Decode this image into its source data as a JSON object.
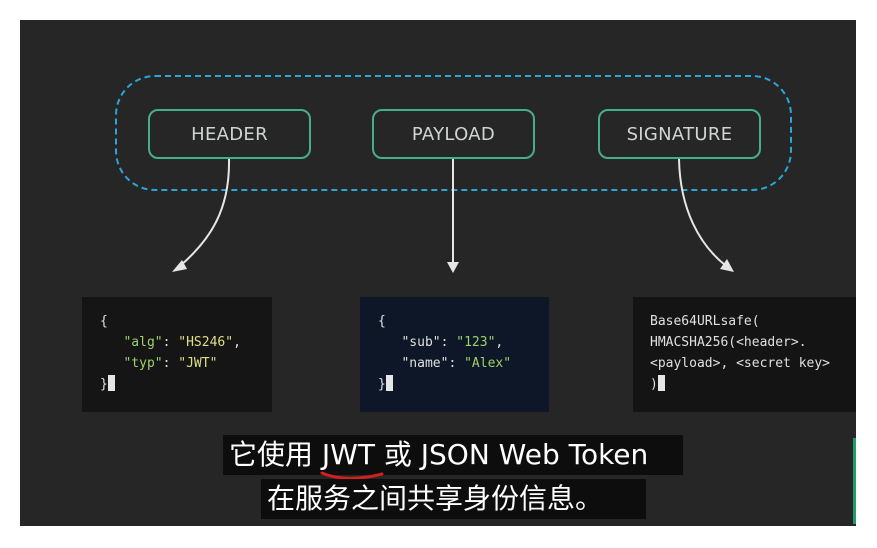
{
  "diagram": {
    "parts": [
      {
        "label": "HEADER"
      },
      {
        "label": "PAYLOAD"
      },
      {
        "label": "SIGNATURE"
      }
    ]
  },
  "code_blocks": {
    "header": {
      "open": "{",
      "line1_key": "\"alg\"",
      "line1_sep": ": ",
      "line1_val": "\"HS246\"",
      "line1_end": ",",
      "line2_key": "\"typ\"",
      "line2_sep": ": ",
      "line2_val": "\"JWT\"",
      "close": "}"
    },
    "payload": {
      "open": "{",
      "line1_key": "\"sub\"",
      "line1_sep": ": ",
      "line1_val": "\"123\"",
      "line1_end": ",",
      "line2_key": "\"name\"",
      "line2_sep": ": ",
      "line2_val": "\"Alex\"",
      "close": "}"
    },
    "signature": {
      "line1": "Base64URLsafe(",
      "line2": "HMACSHA256(<header>.",
      "line3": "<payload>, <secret key>",
      "close": ")"
    }
  },
  "captions": {
    "line1_pre": "它使用 ",
    "line1_jwt": "JWT",
    "line1_post": " 或 JSON Web Token",
    "line2": "在服务之间共享身份信息。"
  },
  "colors": {
    "background": "#262626",
    "pill_border": "#43b08a",
    "dashed_border": "#2aa7d6",
    "json_key": "#9fd16a",
    "json_value": "#dede84",
    "underline": "#d21f1f"
  }
}
